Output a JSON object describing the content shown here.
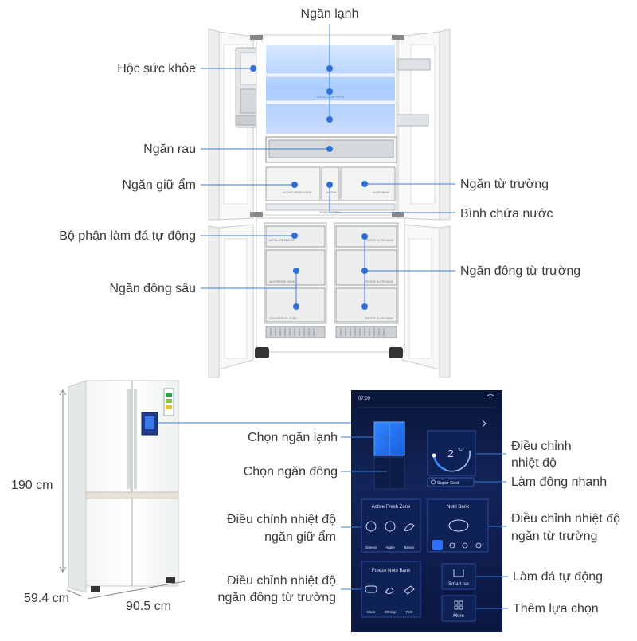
{
  "fridge_callouts": {
    "fridge_compartment": "Ngăn lạnh",
    "health_box": "Hộc sức khỏe",
    "vegetable_drawer": "Ngăn rau",
    "moisture_drawer": "Ngăn giữ ẩm",
    "magnetic_drawer": "Ngăn từ trường",
    "water_tank": "Bình chứa nước",
    "ice_maker": "Bộ phận làm đá tự động",
    "deep_freeze": "Ngăn đông sâu",
    "magnetic_freezer": "Ngăn đông từ trường"
  },
  "dimensions": {
    "height": "190 cm",
    "depth": "59.4 cm",
    "width": "90.5 cm"
  },
  "panel_callouts": {
    "choose_fridge": "Chọn ngăn lạnh",
    "choose_freezer": "Chọn ngăn đông",
    "adjust_temp_line1": "Điều chỉnh",
    "adjust_temp_line2": "nhiệt độ",
    "super_cool_desc": "Làm đông nhanh",
    "moisture_temp_line1": "Điều chỉnh nhiệt độ",
    "moisture_temp_line2": "ngăn giữ ẩm",
    "magnetic_temp_line1": "Điều chỉnh nhiệt độ",
    "magnetic_temp_line2": "ngăn từ trường",
    "freezer_magnetic_line1": "Điều chỉnh nhiệt độ",
    "freezer_magnetic_line2": "ngăn đông từ trường",
    "auto_ice_desc": "Làm đá tự động",
    "more_options": "Thêm lựa chọn"
  },
  "control_panel": {
    "time": "07:09",
    "temperature": "2",
    "temp_unit": "°C",
    "super_cool": "Super Cool",
    "active_fresh_zone": "Active Fresh Zone",
    "fresh_items": [
      "Greens",
      "Apple",
      "Beans"
    ],
    "nutri_bank": "Nutri Bank",
    "freeze_nutri_bank": "Freeze Nutri Bank",
    "freeze_items": [
      "Meat",
      "Shrimp",
      "Fish"
    ],
    "smart_ice": "Smart Ice",
    "more": "More"
  },
  "fridge_tags": {
    "shelf": "AIR ACTIVE TECH",
    "drawer_left": "ACTIVE FRESH ZONE",
    "drawer_middle": "ACTIVE",
    "drawer_right": "NUTRI BANK",
    "divider": "SEARCH-FRESH",
    "freezer_top_left": "METAL ICE MAKER",
    "freezer_top_right": "FREEZE NUTRI BANK",
    "freezer_mid_left": "MAXFREEZE ZONE",
    "freezer_mid_right": "FREEZE NUTRI BANK",
    "freezer_low_left": "CRYOFREEZE ZONE",
    "freezer_low_right": "FREEZE NUTRI BANK"
  },
  "colors": {
    "accent": "#2f6fd8",
    "panel_bg": "#0c1a45",
    "fridge_glow": "#9fc6ff"
  }
}
